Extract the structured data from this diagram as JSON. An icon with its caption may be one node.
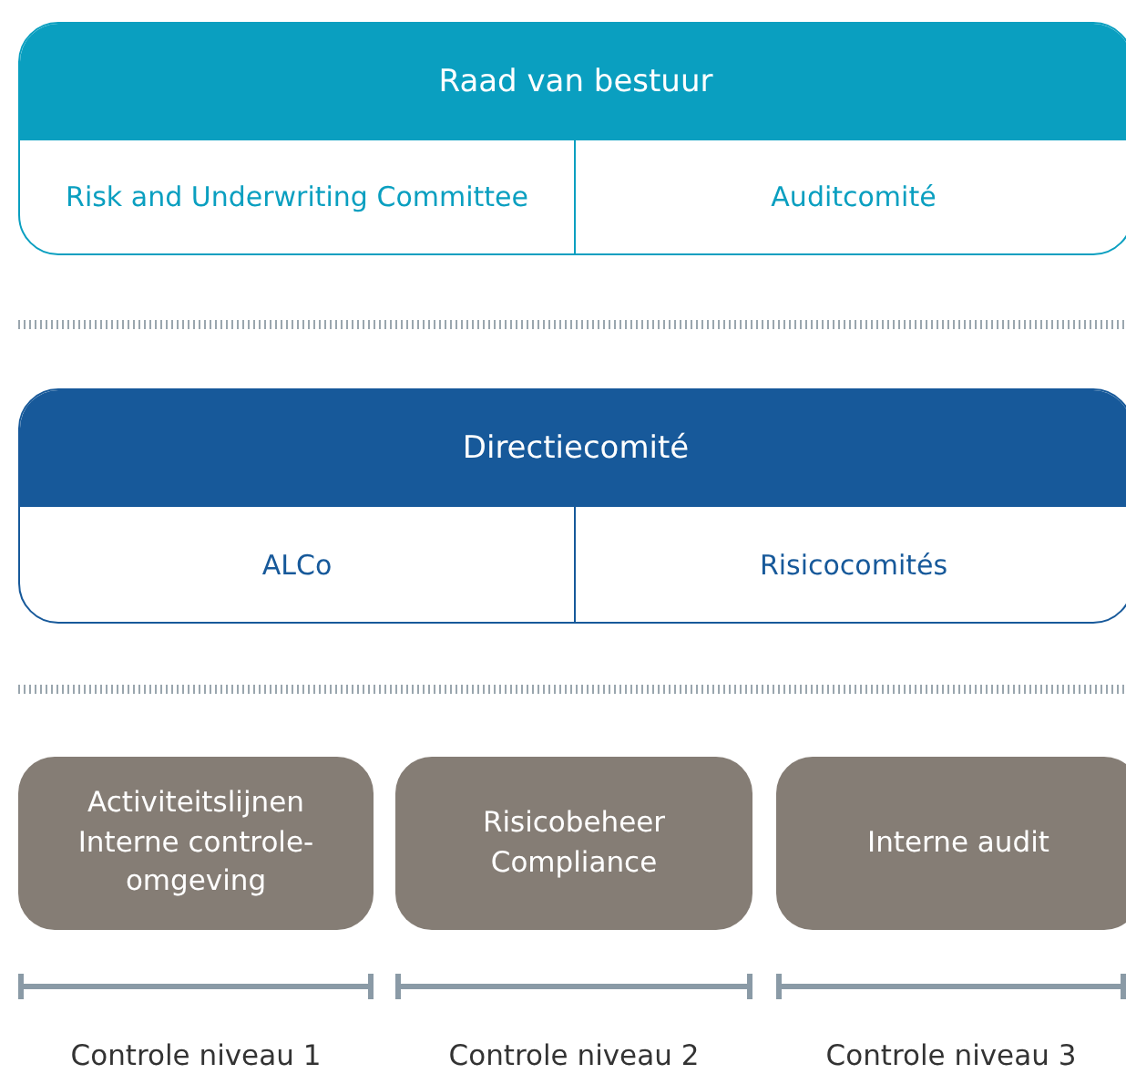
{
  "diagram": {
    "nodes": [
      {
        "text": [
          "Raad van bestuur"
        ]
      },
      {
        "text": [
          "Risk and Underwriting Committee"
        ],
        "in": 0
      },
      {
        "text": [
          "Auditcomité"
        ],
        "in": 0
      },
      {
        "text": [
          "Directiecomité"
        ]
      },
      {
        "text": [
          "ALCo"
        ],
        "in": 3
      },
      {
        "text": [
          "Risicocomités"
        ],
        "in": 3
      },
      {
        "text": [
          "Activiteitslijnen",
          "Interne controle-omgeving"
        ]
      },
      {
        "text": [
          "Risicobeheer",
          "Compliance"
        ]
      },
      {
        "text": [
          "Interne audit"
        ]
      }
    ],
    "labels": [
      "Controle niveau 1",
      "Controle niveau 2",
      "Controle niveau 3"
    ]
  }
}
